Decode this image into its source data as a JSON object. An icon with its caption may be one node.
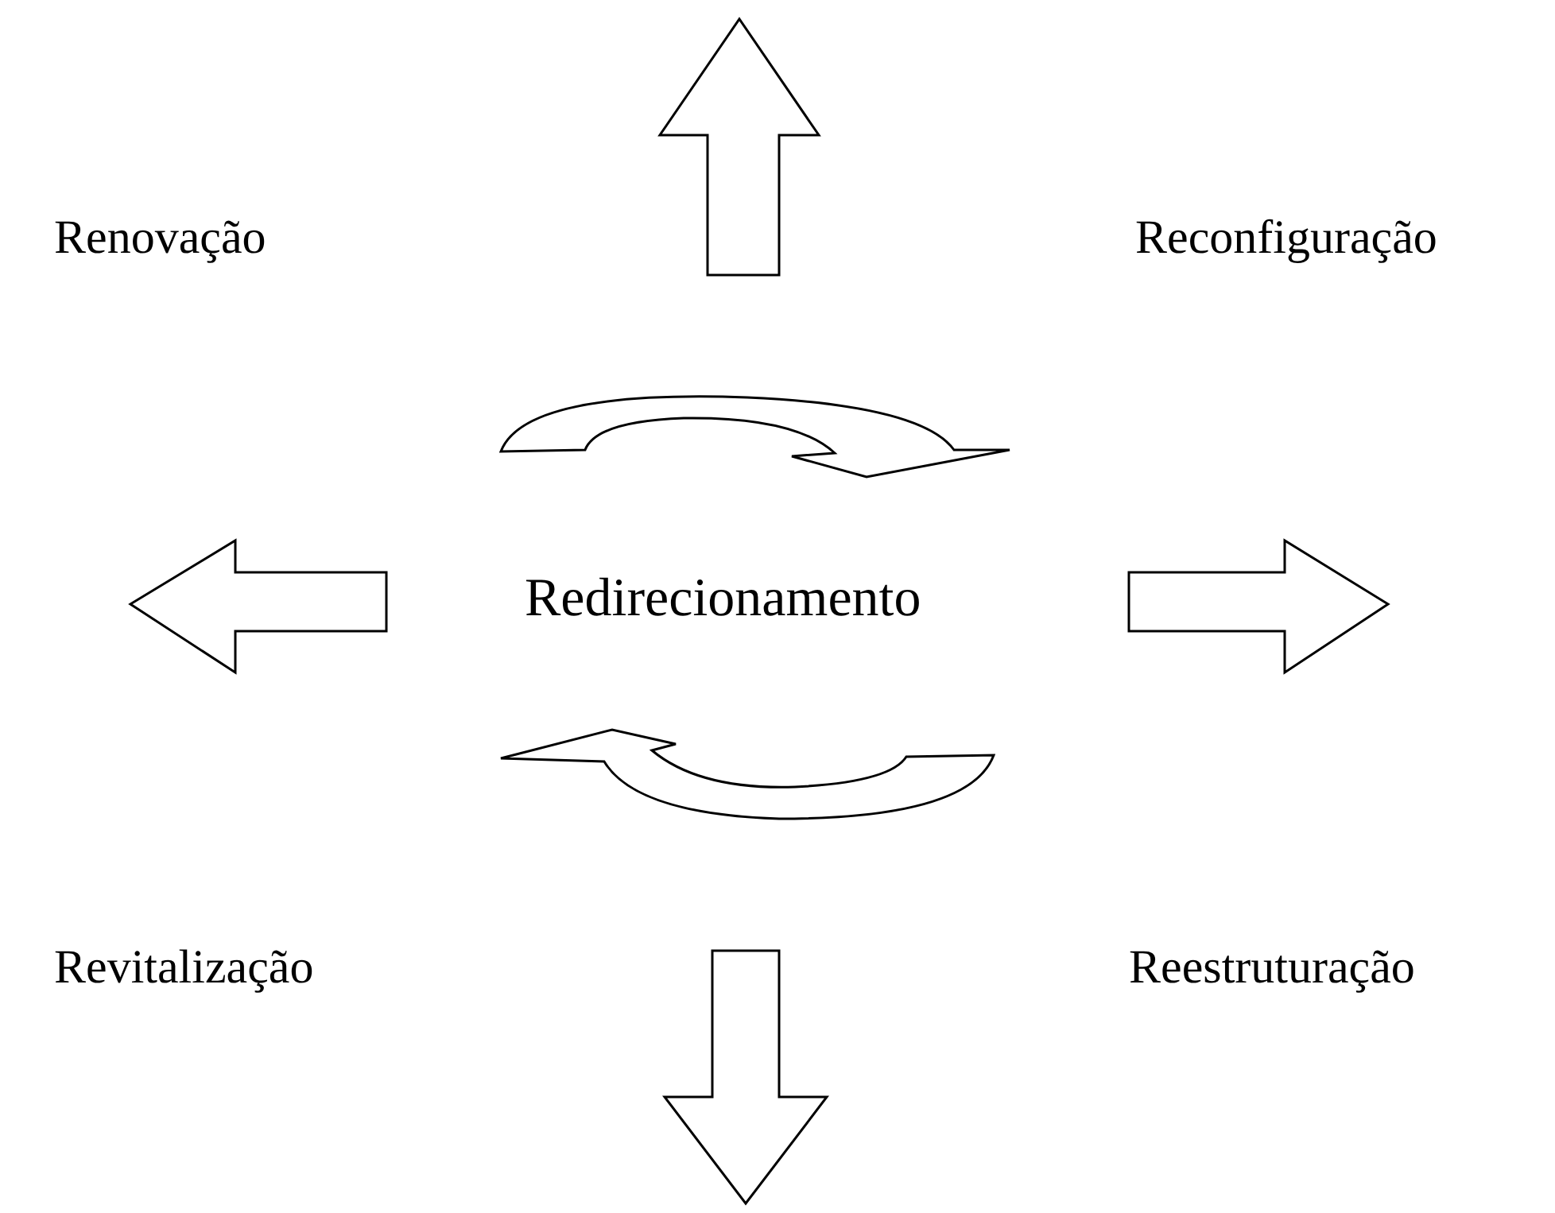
{
  "diagram": {
    "nodes": [
      {
        "text": [
          "Redirecionamento"
        ]
      }
    ],
    "labels": [
      "Renovação",
      "Reconfiguração",
      "Revitalização",
      "Reestruturação"
    ]
  }
}
